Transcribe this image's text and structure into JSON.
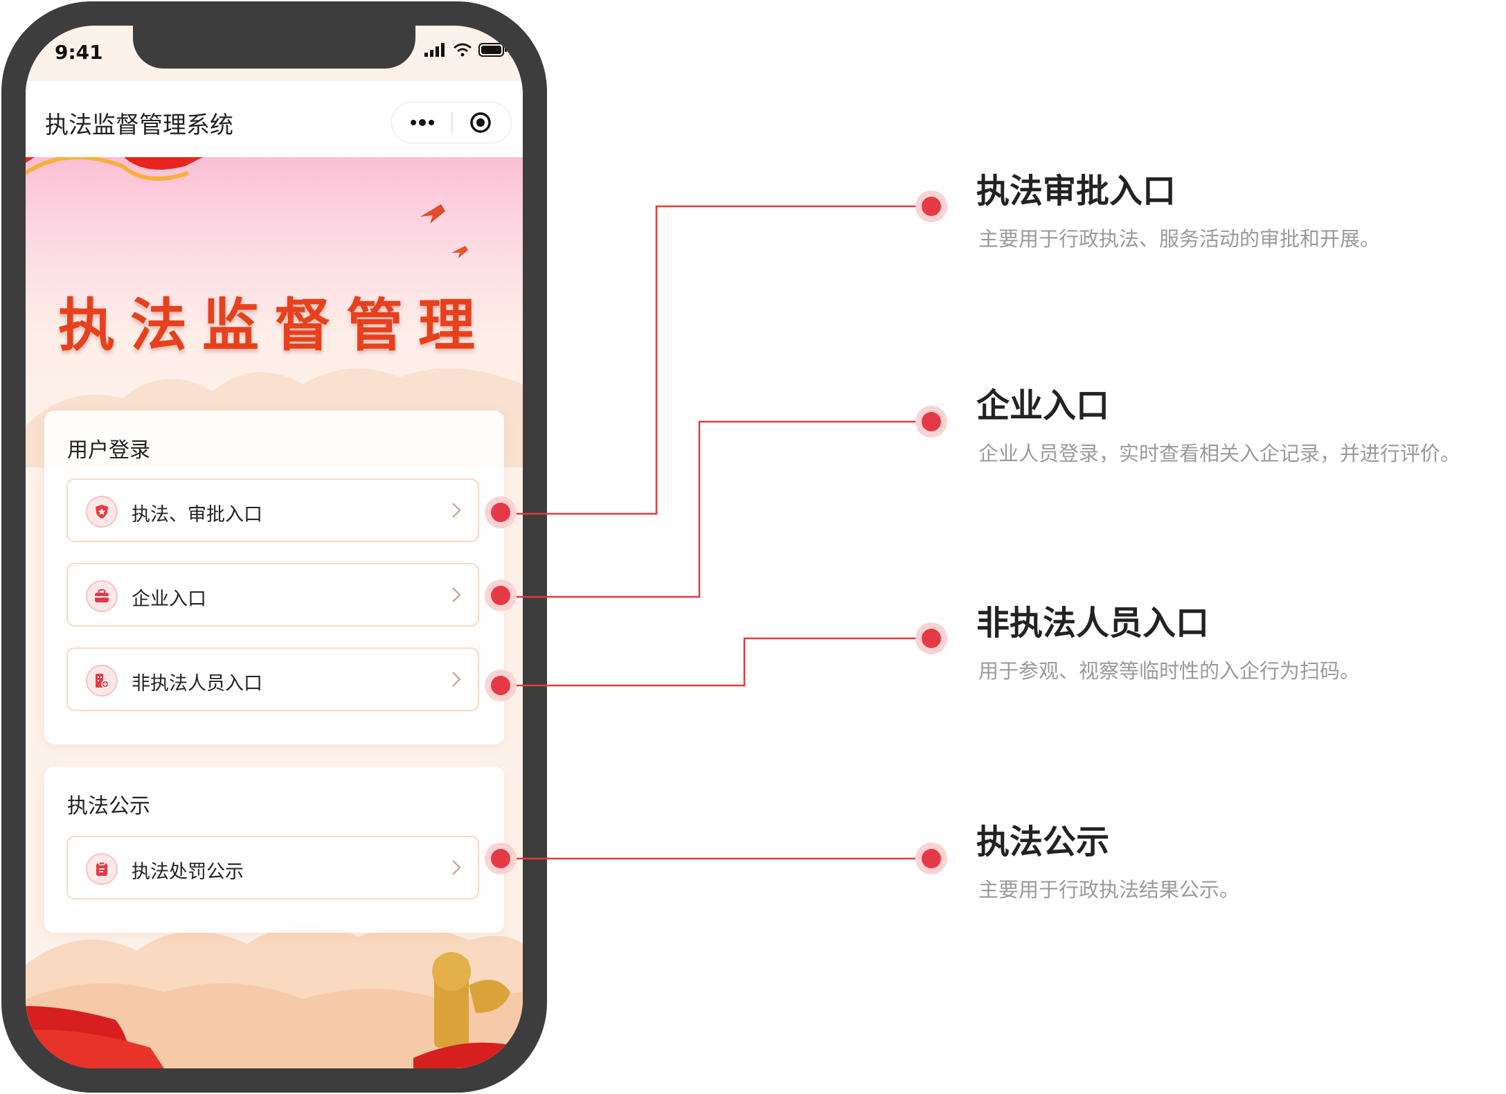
{
  "status_bar": {
    "time": "9:41"
  },
  "navbar": {
    "title": "执法监督管理系统"
  },
  "hero": {
    "title": "执法监督管理"
  },
  "login_card": {
    "title": "用户登录",
    "items": [
      {
        "label": "执法、审批入口",
        "icon": "police-badge-icon"
      },
      {
        "label": "企业入口",
        "icon": "briefcase-icon"
      },
      {
        "label": "非执法人员入口",
        "icon": "building-add-icon"
      }
    ]
  },
  "public_card": {
    "title": "执法公示",
    "items": [
      {
        "label": "执法处罚公示",
        "icon": "clipboard-icon"
      }
    ]
  },
  "callouts": [
    {
      "title": "执法审批入口",
      "desc": "主要用于行政执法、服务活动的审批和开展。"
    },
    {
      "title": "企业入口",
      "desc": "企业人员登录，实时查看相关入企记录，并进行评价。"
    },
    {
      "title": "非执法人员入口",
      "desc": "用于参观、视察等临时性的入企行为扫码。"
    },
    {
      "title": "执法公示",
      "desc": "主要用于行政执法结果公示。"
    }
  ],
  "colors": {
    "accent": "#e63946",
    "connector": "#e23b3b",
    "entry_border": "#f7d8c4",
    "desc_text": "#9a9a9a"
  }
}
